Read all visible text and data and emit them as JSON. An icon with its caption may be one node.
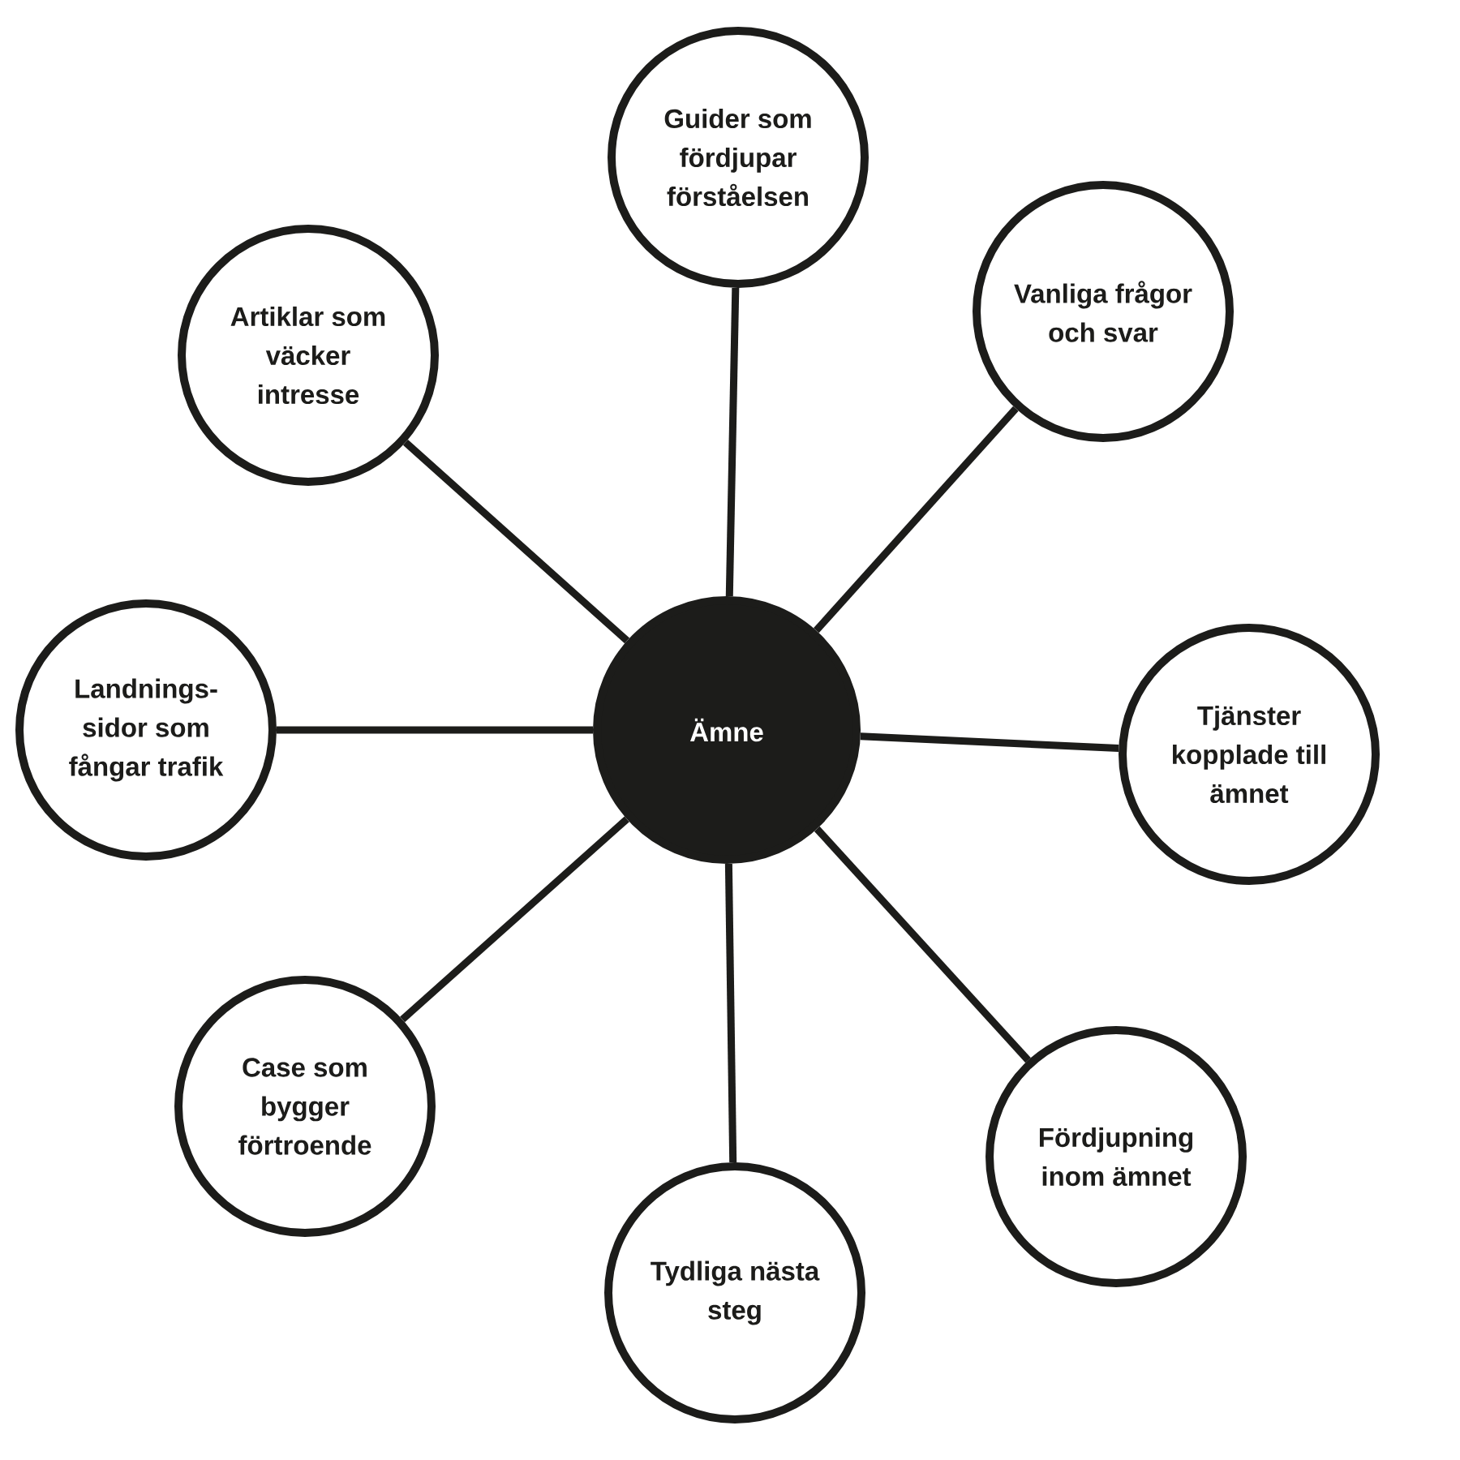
{
  "diagram": {
    "nodes": [
      {
        "text": [
          "Ämne"
        ]
      },
      {
        "text": [
          "Guider som fördjupar förståelsen"
        ]
      },
      {
        "text": [
          "Vanliga frågor och svar"
        ]
      },
      {
        "text": [
          "Tjänster kopplade till ämnet"
        ]
      },
      {
        "text": [
          "Fördjupning inom ämnet"
        ]
      },
      {
        "text": [
          "Tydliga nästa steg"
        ]
      },
      {
        "text": [
          "Case som bygger förtroende"
        ]
      },
      {
        "text": [
          "Landnings- sidor som fångar trafik"
        ]
      },
      {
        "text": [
          "Artiklar som väcker intresse"
        ]
      }
    ],
    "edges": [
      {
        "from": 0,
        "to": 1,
        "arrow": "none"
      },
      {
        "from": 0,
        "to": 2,
        "arrow": "none"
      },
      {
        "from": 0,
        "to": 3,
        "arrow": "none"
      },
      {
        "from": 0,
        "to": 4,
        "arrow": "none"
      },
      {
        "from": 0,
        "to": 5,
        "arrow": "none"
      },
      {
        "from": 0,
        "to": 6,
        "arrow": "none"
      },
      {
        "from": 0,
        "to": 7,
        "arrow": "none"
      },
      {
        "from": 0,
        "to": 8,
        "arrow": "none"
      }
    ]
  }
}
